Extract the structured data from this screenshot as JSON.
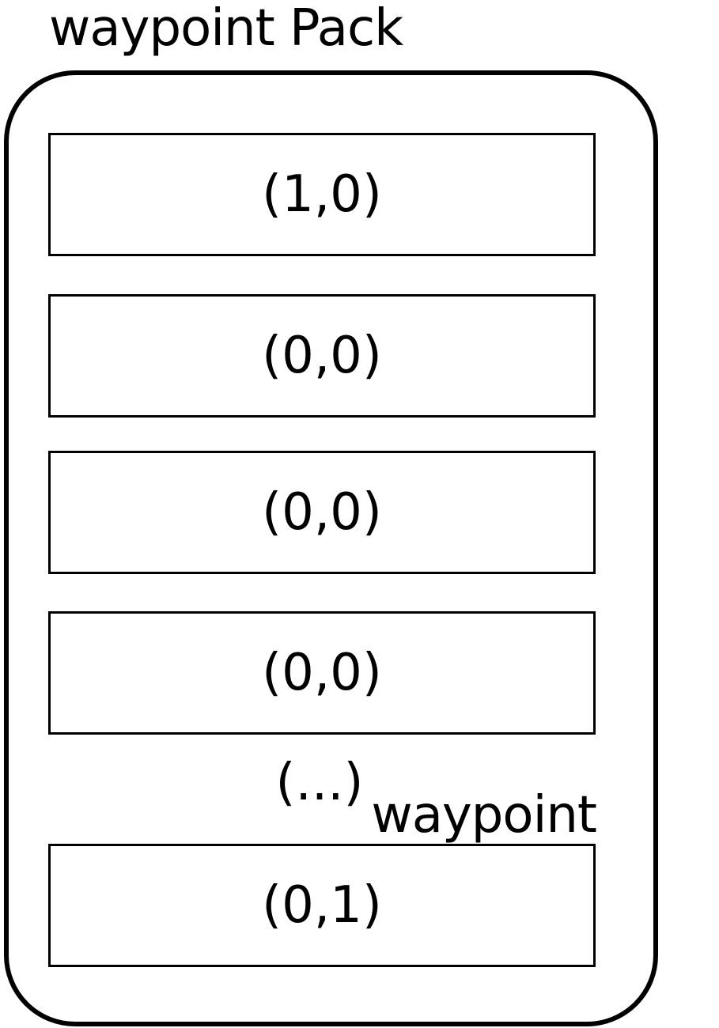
{
  "pack": {
    "title": "waypoint Pack"
  },
  "waypoints": [
    {
      "value": "(1,0)"
    },
    {
      "value": "(0,0)"
    },
    {
      "value": "(0,0)"
    },
    {
      "value": "(0,0)"
    },
    {
      "value": "(0,1)"
    }
  ],
  "ellipsis": "(...)",
  "waypoint_label": "waypoint"
}
